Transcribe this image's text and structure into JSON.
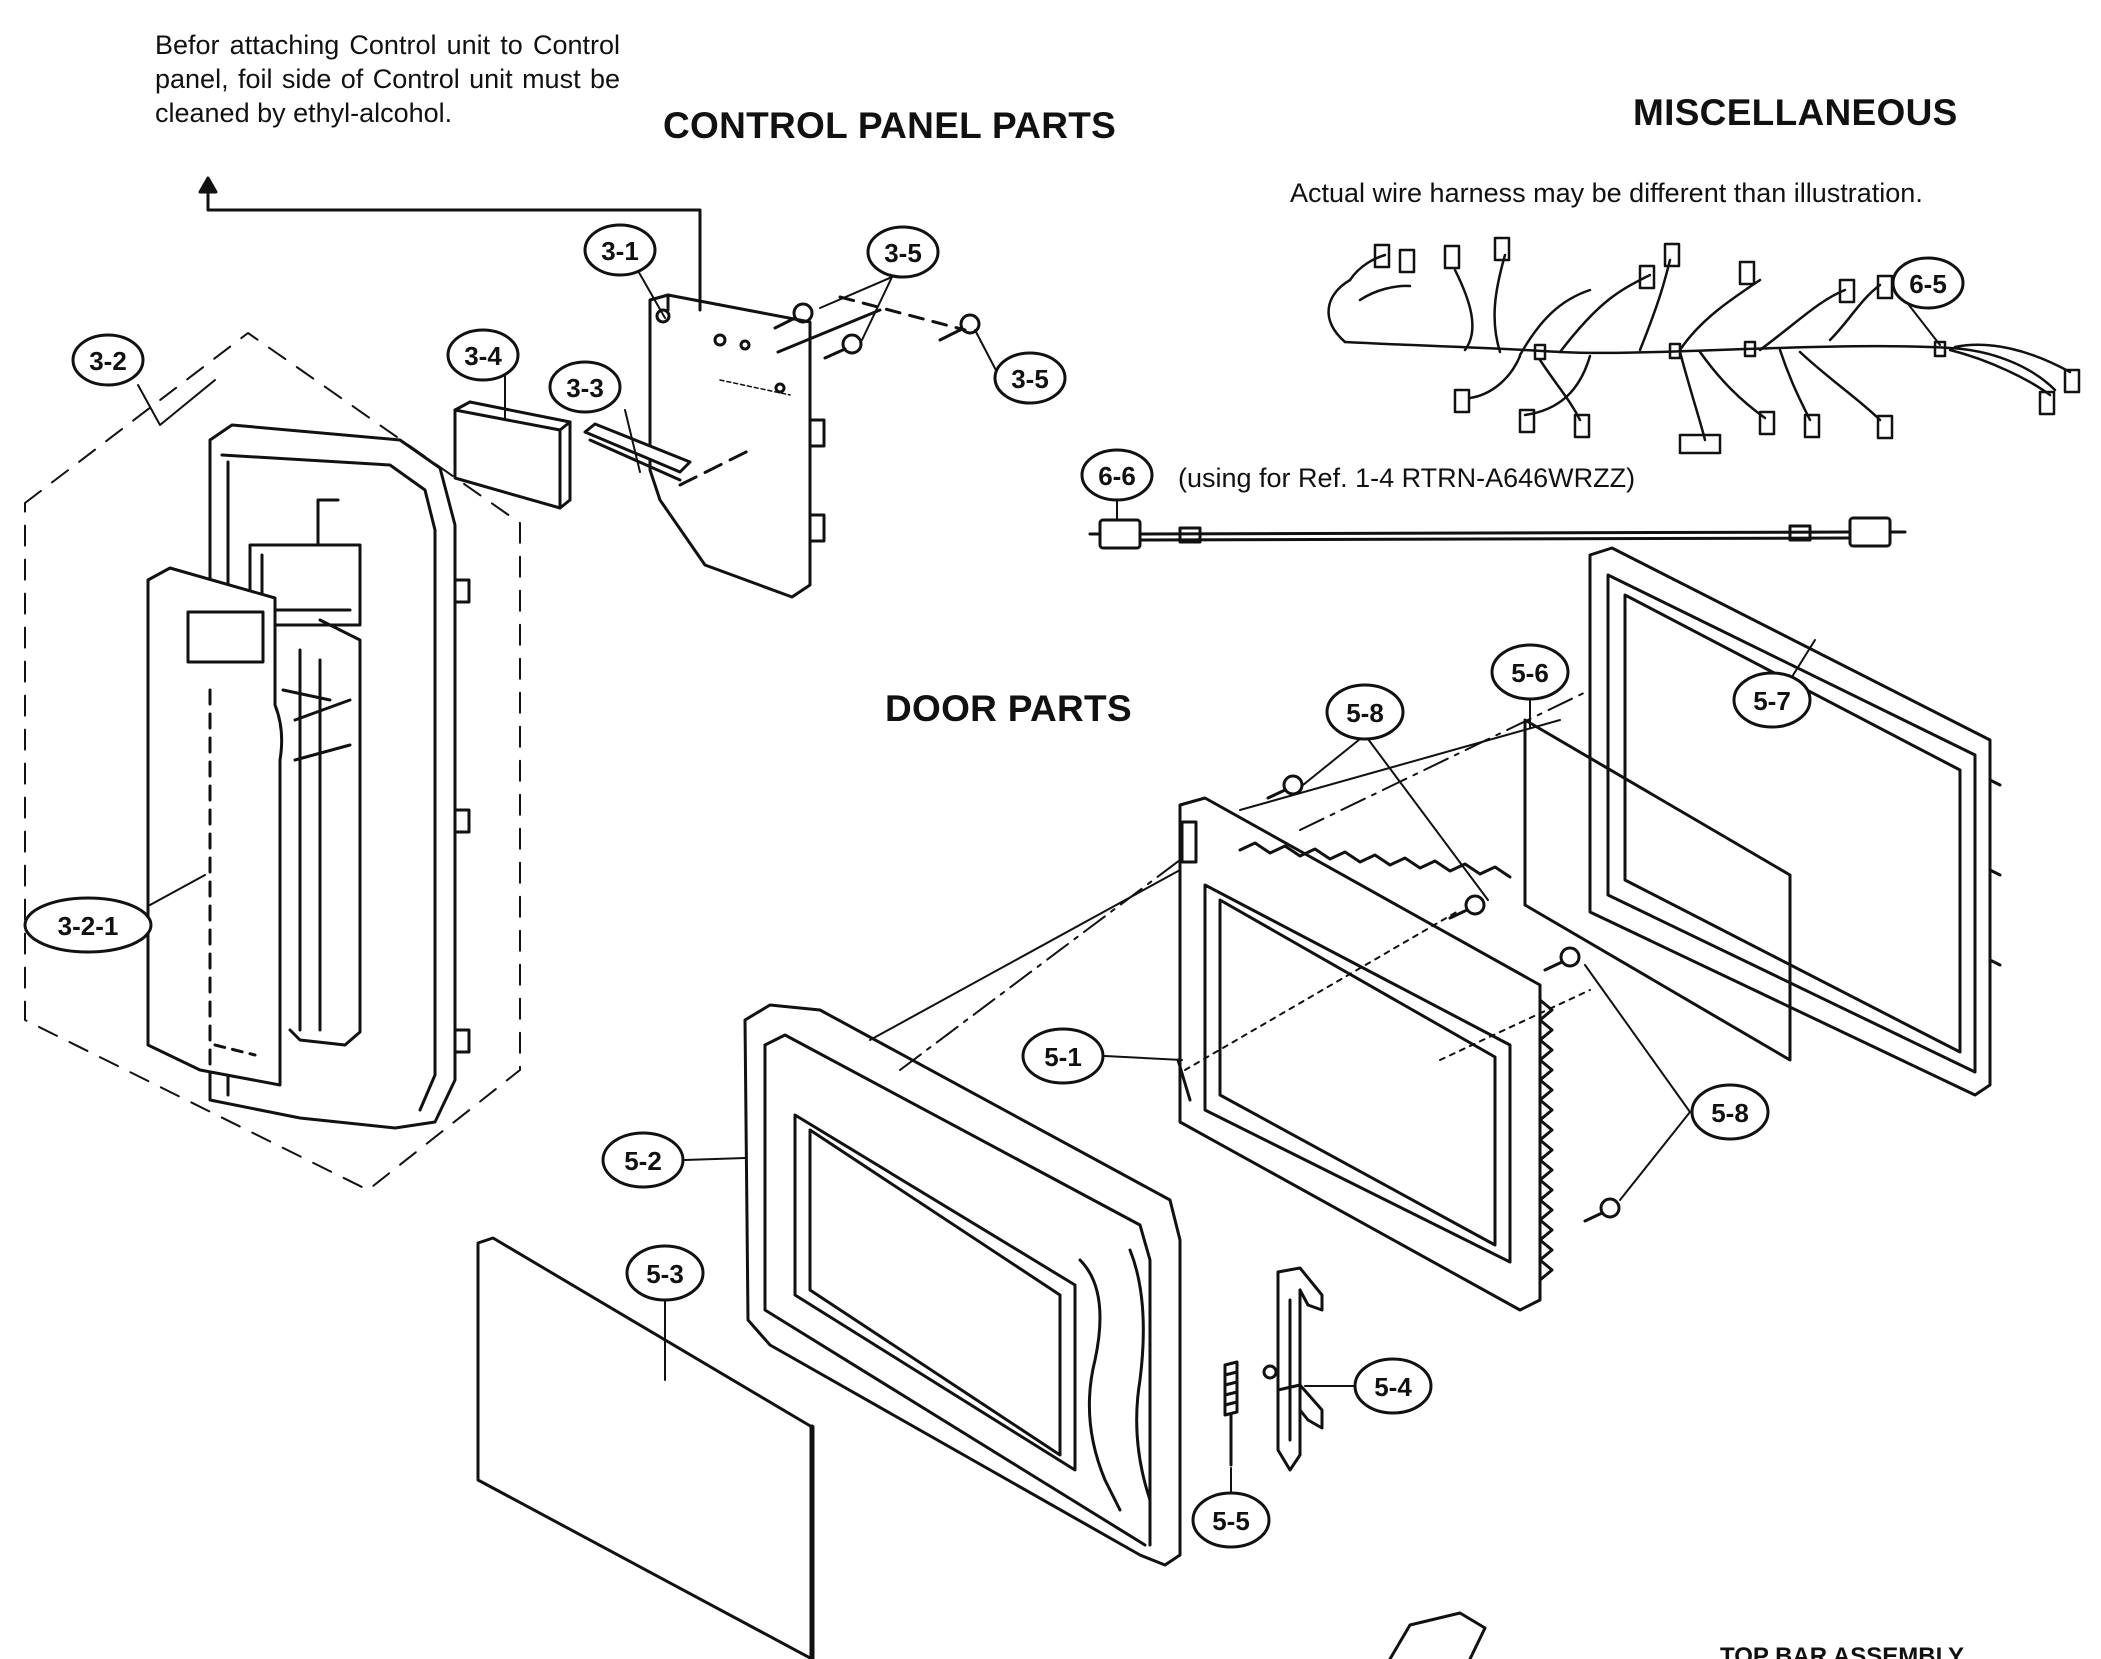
{
  "headings": {
    "control_panel": "CONTROL PANEL PARTS",
    "miscellaneous": "MISCELLANEOUS",
    "door": "DOOR PARTS"
  },
  "note": "Befor attaching Control unit to Control panel, foil side of Control unit must be cleaned by ethyl-alcohol.",
  "wire_harness_note": "Actual wire harness may be different than illustration.",
  "ref_note": "(using for Ref. 1-4 RTRN-A646WRZZ)",
  "footer_partial": "TOP BAR ASSEMBLY",
  "callouts": [
    {
      "id": "3-1",
      "label": "3-1"
    },
    {
      "id": "3-2",
      "label": "3-2"
    },
    {
      "id": "3-2-1",
      "label": "3-2-1"
    },
    {
      "id": "3-3",
      "label": "3-3"
    },
    {
      "id": "3-4",
      "label": "3-4"
    },
    {
      "id": "3-5a",
      "label": "3-5"
    },
    {
      "id": "3-5b",
      "label": "3-5"
    },
    {
      "id": "5-1",
      "label": "5-1"
    },
    {
      "id": "5-2",
      "label": "5-2"
    },
    {
      "id": "5-3",
      "label": "5-3"
    },
    {
      "id": "5-4",
      "label": "5-4"
    },
    {
      "id": "5-5",
      "label": "5-5"
    },
    {
      "id": "5-6",
      "label": "5-6"
    },
    {
      "id": "5-7",
      "label": "5-7"
    },
    {
      "id": "5-8a",
      "label": "5-8"
    },
    {
      "id": "5-8b",
      "label": "5-8"
    },
    {
      "id": "6-5",
      "label": "6-5"
    },
    {
      "id": "6-6",
      "label": "6-6"
    }
  ]
}
